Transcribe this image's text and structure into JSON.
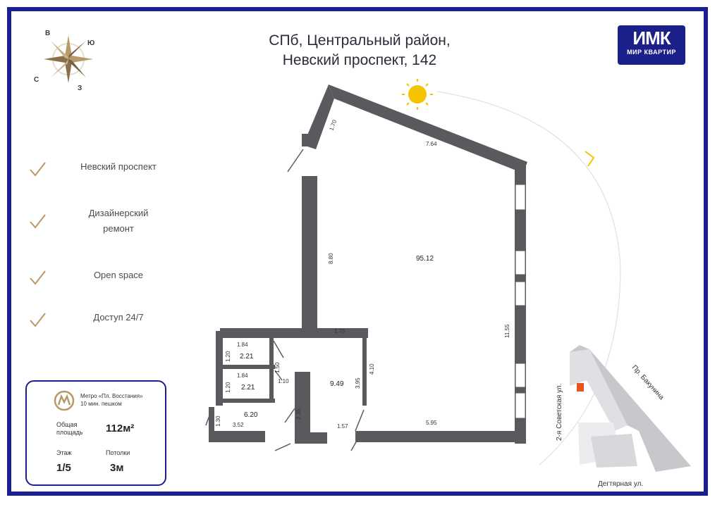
{
  "header": {
    "title_line1": "СПб, Центральный район,",
    "title_line2": "Невский проспект, 142"
  },
  "logo": {
    "mark": "ИМК",
    "text": "МИР КВАРТИР",
    "color": "#1b1f8a"
  },
  "compass": {
    "n": "В",
    "e": "Ю",
    "w": "С",
    "s": "З"
  },
  "features": [
    {
      "label": "Невский проспект"
    },
    {
      "label_line1": "Дизайнерский",
      "label_line2": "ремонт"
    },
    {
      "label": "Open space"
    },
    {
      "label": "Доступ 24/7"
    }
  ],
  "info": {
    "metro_line1": "Метро «Пл. Восстания»",
    "metro_line2": "10 мин. пешком",
    "area_label_line1": "Общая",
    "area_label_line2": "площадь",
    "area_value": "112м²",
    "floor_label": "Этаж",
    "floor_value": "1/5",
    "ceiling_label": "Потолки",
    "ceiling_value": "3м"
  },
  "plan": {
    "areas": {
      "main": "95.12",
      "room_center": "9.49",
      "wc1": "2.21",
      "wc2": "2.21",
      "hall": "6.20"
    },
    "dims": {
      "d170": "1.70",
      "d764": "7.64",
      "d880": "8.80",
      "d1155": "11.55",
      "d175": "1.75",
      "d184a": "1.84",
      "d184b": "1.84",
      "d120a": "1.20",
      "d120b": "1.20",
      "d150": "1.50",
      "d110": "1.10",
      "d395": "3.95",
      "d410": "4.10",
      "d130": "1.30",
      "d352": "3.52",
      "d235": "2.35",
      "d157": "1.57",
      "d595": "5.95"
    }
  },
  "map": {
    "street1": "2-я Советская ул.",
    "street2": "Пр. Бакунина",
    "street3": "Дегтярная ул."
  },
  "colors": {
    "wall": "#5a5a5e",
    "accent": "#1b1f8a",
    "sun": "#f5c400",
    "check": "#b89a6a",
    "marker": "#e8541e"
  }
}
